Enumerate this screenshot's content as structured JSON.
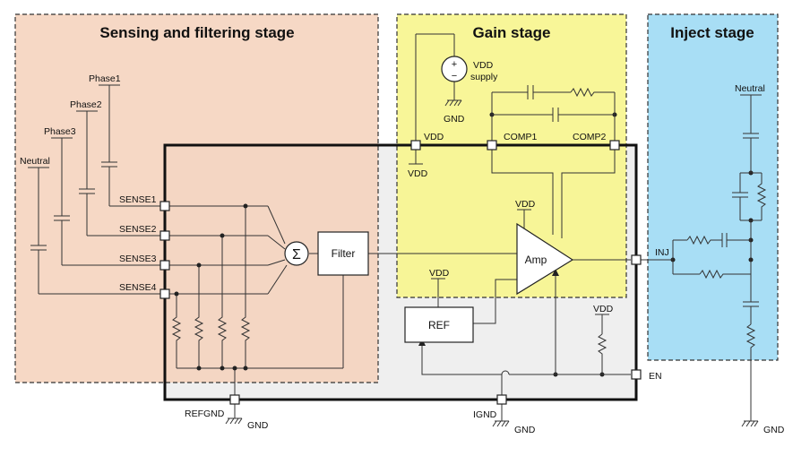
{
  "stages": {
    "sensing": "Sensing and filtering stage",
    "gain": "Gain stage",
    "inject": "Inject stage"
  },
  "conductors": {
    "phase1": "Phase1",
    "phase2": "Phase2",
    "phase3": "Phase3",
    "neutral": "Neutral"
  },
  "pins": {
    "sense1": "SENSE1",
    "sense2": "SENSE2",
    "sense3": "SENSE3",
    "sense4": "SENSE4",
    "vdd": "VDD",
    "comp1": "COMP1",
    "comp2": "COMP2",
    "inj": "INJ",
    "en": "EN",
    "refgnd": "REFGND",
    "ignd": "IGND"
  },
  "blocks": {
    "sum": "Σ",
    "filter": "Filter",
    "amp": "Amp",
    "ref": "REF"
  },
  "supply": {
    "vdd": "VDD",
    "supply_label": "supply",
    "plus": "+",
    "minus": "−"
  },
  "labels": {
    "vdd": "VDD",
    "gnd": "GND",
    "neutral": "Neutral"
  },
  "colors": {
    "sensing_fill": "#f5d3bd",
    "gain_fill": "#f7f58f",
    "inject_fill": "#a8def5",
    "chip_fill": "#efefef"
  }
}
